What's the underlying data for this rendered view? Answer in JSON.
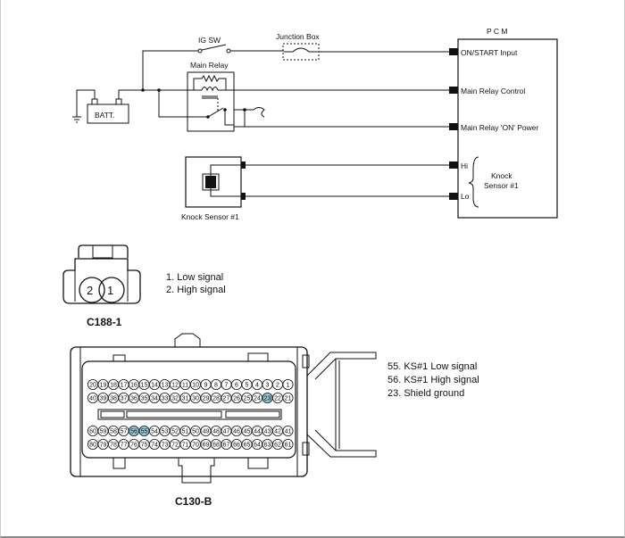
{
  "wiring": {
    "pcm_label": "P C M",
    "ig_sw": "IG SW",
    "junction_box": "Junction Box",
    "main_relay": "Main Relay",
    "batt": "BATT.",
    "pcm_pins": [
      "ON/START Input",
      "Main Relay Control",
      "Main Relay 'ON' Power"
    ],
    "hi": "Hi",
    "lo": "Lo",
    "knock_sensor_pcm": [
      "Knock",
      "Sensor #1"
    ],
    "knock_sensor_label": "Knock Sensor #1"
  },
  "c188": {
    "name": "C188-1",
    "pin_left": "2",
    "pin_right": "1",
    "legend": [
      "1. Low signal",
      "2. High signal"
    ]
  },
  "c130": {
    "name": "C130-B",
    "row1": [
      "20",
      "19",
      "18",
      "17",
      "16",
      "15",
      "14",
      "13",
      "12",
      "11",
      "10",
      "9",
      "8",
      "7",
      "6",
      "5",
      "4",
      "3",
      "2",
      "1"
    ],
    "row2": [
      "40",
      "39",
      "38",
      "37",
      "36",
      "35",
      "34",
      "33",
      "32",
      "31",
      "30",
      "29",
      "28",
      "27",
      "26",
      "25",
      "24",
      "23",
      "22",
      "21"
    ],
    "row3": [
      "60",
      "59",
      "58",
      "57",
      "56",
      "55",
      "54",
      "53",
      "52",
      "51",
      "50",
      "49",
      "48",
      "47",
      "46",
      "45",
      "44",
      "43",
      "42",
      "41"
    ],
    "row4": [
      "80",
      "79",
      "78",
      "77",
      "76",
      "75",
      "74",
      "73",
      "72",
      "71",
      "70",
      "69",
      "68",
      "67",
      "66",
      "65",
      "64",
      "63",
      "62",
      "61"
    ],
    "highlighted": [
      "23",
      "55",
      "56"
    ],
    "highlight_color": "#8fc6d6",
    "legend": [
      "55. KS#1 Low signal",
      "56. KS#1 High signal",
      "23. Shield ground"
    ]
  }
}
